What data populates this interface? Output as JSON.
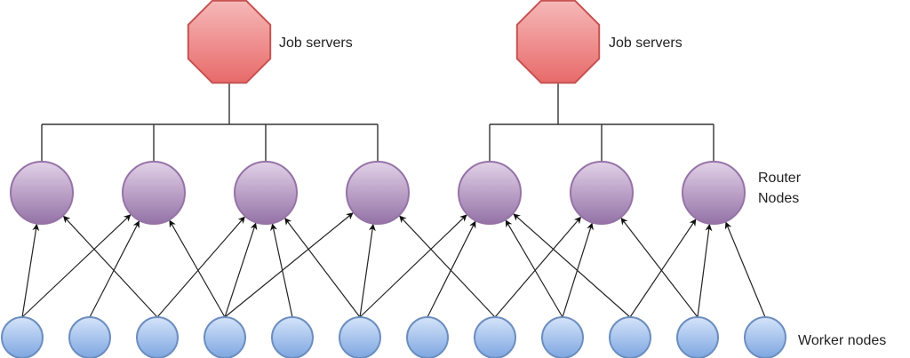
{
  "diagram": {
    "labels": {
      "job_servers_left": "Job servers",
      "job_servers_right": "Job servers",
      "router_nodes_line1": "Router",
      "router_nodes_line2": "Nodes",
      "worker_nodes": "Worker nodes"
    },
    "colors": {
      "job_server_fill_top": "#f6b8b8",
      "job_server_fill_bottom": "#e86a6a",
      "job_server_stroke": "#c65353",
      "router_fill_top": "#e2d1e8",
      "router_fill_bottom": "#9472a6",
      "router_stroke": "#9673a6",
      "worker_fill_top": "#d4e4fa",
      "worker_fill_bottom": "#7ea6e0",
      "worker_stroke": "#6c8ebf",
      "line": "#222222"
    },
    "job_servers": [
      {
        "id": "J0",
        "routers": [
          "R0",
          "R1",
          "R2",
          "R3"
        ]
      },
      {
        "id": "J1",
        "routers": [
          "R4",
          "R5",
          "R6"
        ]
      }
    ],
    "routers": [
      "R0",
      "R1",
      "R2",
      "R3",
      "R4",
      "R5",
      "R6"
    ],
    "workers": [
      "W0",
      "W1",
      "W2",
      "W3",
      "W4",
      "W5",
      "W6",
      "W7",
      "W8",
      "W9",
      "W10",
      "W11"
    ],
    "edges": [
      {
        "from": "W0",
        "to": "R0"
      },
      {
        "from": "W0",
        "to": "R1"
      },
      {
        "from": "W1",
        "to": "R1"
      },
      {
        "from": "W2",
        "to": "R0"
      },
      {
        "from": "W2",
        "to": "R2"
      },
      {
        "from": "W3",
        "to": "R1"
      },
      {
        "from": "W3",
        "to": "R2"
      },
      {
        "from": "W3",
        "to": "R3"
      },
      {
        "from": "W4",
        "to": "R2"
      },
      {
        "from": "W5",
        "to": "R2"
      },
      {
        "from": "W5",
        "to": "R3"
      },
      {
        "from": "W5",
        "to": "R4"
      },
      {
        "from": "W6",
        "to": "R4"
      },
      {
        "from": "W7",
        "to": "R3"
      },
      {
        "from": "W7",
        "to": "R5"
      },
      {
        "from": "W8",
        "to": "R4"
      },
      {
        "from": "W8",
        "to": "R5"
      },
      {
        "from": "W9",
        "to": "R4"
      },
      {
        "from": "W9",
        "to": "R6"
      },
      {
        "from": "W10",
        "to": "R5"
      },
      {
        "from": "W10",
        "to": "R6"
      },
      {
        "from": "W11",
        "to": "R6"
      }
    ]
  }
}
